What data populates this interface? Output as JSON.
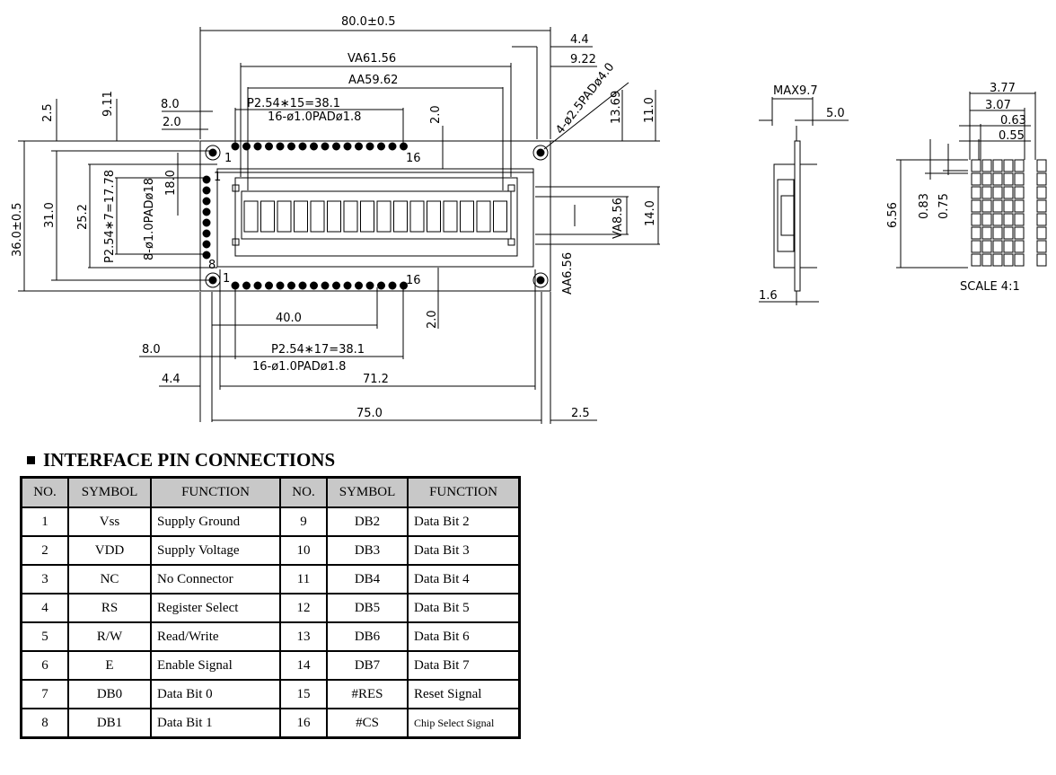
{
  "drawing": {
    "top": {
      "overall_width": "80.0±0.5",
      "r_4_4": "4.4",
      "r_9_22": "9.22",
      "va_w": "VA61.56",
      "aa_w": "AA59.62",
      "pitch_top": "P2.54∗15=38.1",
      "pads_top": "16-ø1.0PADø1.8",
      "d_8_0": "8.0",
      "d_2_0": "2.0",
      "d_2_5": "2.5",
      "d_9_11": "9.11",
      "d_2_0b": "2.0",
      "d_13_69": "13.69",
      "d_11_0": "11.0",
      "mount_pads": "4-ø2.5PADø4.0"
    },
    "left": {
      "height": "36.0±0.5",
      "d_31": "31.0",
      "d_25_2": "25.2",
      "pitch_side": "P2.54∗7=17.78",
      "pads_side": "8-ø1.0PADø18",
      "d_18": "18.0"
    },
    "right": {
      "va_h": "VA8.56",
      "d_14": "14.0",
      "aa_h": "AA6.56"
    },
    "pins": {
      "p1": "1",
      "p16": "16",
      "p8": "8",
      "p1b": "1",
      "p16b": "16",
      "p1s": "1"
    },
    "bottom": {
      "d_40": "40.0",
      "d_2_0": "2.0",
      "pitch_bottom": "P2.54∗17=38.1",
      "pads_bottom": "16-ø1.0PADø1.8",
      "d_8_0": "8.0",
      "d_4_4": "4.4",
      "d_71_2": "71.2",
      "d_75": "75.0",
      "d_2_5": "2.5"
    },
    "side": {
      "max": "MAX9.7",
      "d_5_0": "5.0",
      "d_1_6": "1.6"
    },
    "char": {
      "d_3_77": "3.77",
      "d_3_07": "3.07",
      "d_0_63": "0.63",
      "d_0_55": "0.55",
      "d_6_56": "6.56",
      "d_0_83": "0.83",
      "d_0_75": "0.75",
      "scale": "SCALE 4:1"
    }
  },
  "section": {
    "title": "INTERFACE PIN CONNECTIONS"
  },
  "table": {
    "headers": [
      "NO.",
      "SYMBOL",
      "FUNCTION",
      "NO.",
      "SYMBOL",
      "FUNCTION"
    ],
    "rows": [
      [
        "1",
        "Vss",
        "Supply Ground",
        "9",
        "DB2",
        "Data Bit 2"
      ],
      [
        "2",
        "VDD",
        "Supply Voltage",
        "10",
        "DB3",
        "Data Bit 3"
      ],
      [
        "3",
        "NC",
        "No Connector",
        "11",
        "DB4",
        "Data Bit 4"
      ],
      [
        "4",
        "RS",
        "Register Select",
        "12",
        "DB5",
        "Data Bit 5"
      ],
      [
        "5",
        "R/W",
        "Read/Write",
        "13",
        "DB6",
        "Data Bit 6"
      ],
      [
        "6",
        "E",
        "Enable Signal",
        "14",
        "DB7",
        "Data Bit 7"
      ],
      [
        "7",
        "DB0",
        "Data Bit 0",
        "15",
        "#RES",
        "Reset Signal"
      ],
      [
        "8",
        "DB1",
        "Data Bit 1",
        "16",
        "#CS",
        "Chip Select Signal"
      ]
    ]
  }
}
